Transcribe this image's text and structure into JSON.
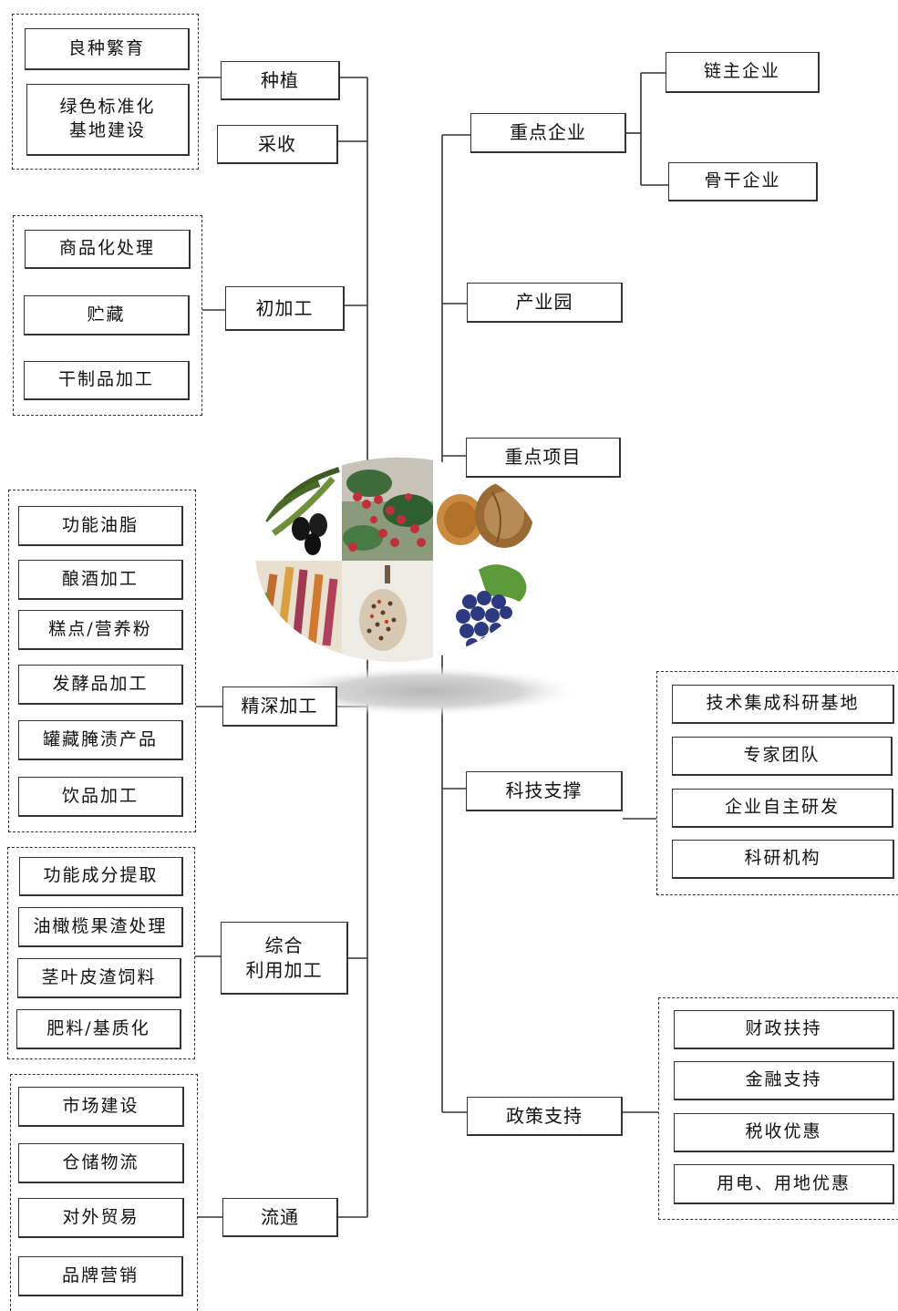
{
  "left": {
    "planting": {
      "label": "种植",
      "items": [
        "良种繁育",
        "绿色标准化",
        "基地建设"
      ]
    },
    "harvest": {
      "label": "采收"
    },
    "primary": {
      "label": "初加工",
      "items": [
        "商品化处理",
        "贮藏",
        "干制品加工"
      ]
    },
    "deep": {
      "label": "精深加工",
      "items": [
        "功能油脂",
        "酿酒加工",
        "糕点/营养粉",
        "发酵品加工",
        "罐藏腌渍产品",
        "饮品加工"
      ]
    },
    "comprehensive": {
      "label_line1": "综合",
      "label_line2": "利用加工",
      "items": [
        "功能成分提取",
        "油橄榄果渣处理",
        "茎叶皮渣饲料",
        "肥料/基质化"
      ]
    },
    "circulation": {
      "label": "流通",
      "items": [
        "市场建设",
        "仓储物流",
        "对外贸易",
        "品牌营销"
      ]
    }
  },
  "right": {
    "enterprise": {
      "label": "重点企业",
      "items": [
        "链主企业",
        "骨干企业"
      ]
    },
    "park": {
      "label": "产业园"
    },
    "project": {
      "label": "重点项目"
    },
    "tech": {
      "label": "科技支撑",
      "items": [
        "技术集成科研基地",
        "专家团队",
        "企业自主研发",
        "科研机构"
      ]
    },
    "policy": {
      "label": "政策支持",
      "items": [
        "财政扶持",
        "金融支持",
        "税收优惠",
        "用电、用地优惠"
      ]
    }
  },
  "colors": {
    "line": "#333333",
    "box_border": "#333333",
    "text": "#111111"
  },
  "center_image": [
    "olive-icon",
    "pepper-icon",
    "walnut-icon",
    "quinoa-icon",
    "seeds-icon",
    "grape-icon"
  ]
}
